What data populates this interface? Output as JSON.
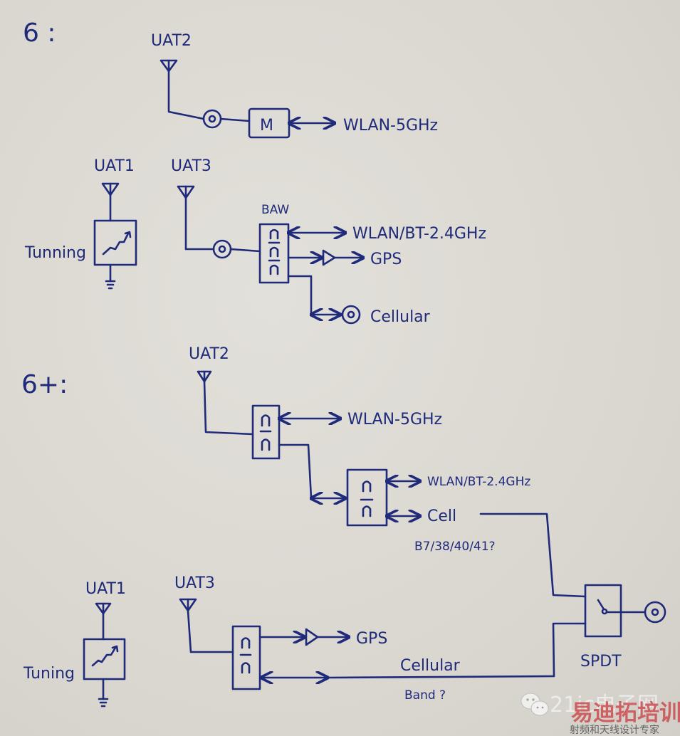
{
  "sections": [
    {
      "id": "iphone6",
      "label": "6 :",
      "antennas": [
        "UAT2",
        "UAT1",
        "UAT3"
      ],
      "uat2_chain": {
        "component": "M",
        "output": "WLAN-5GHz"
      },
      "uat1_chain": {
        "block": "Tunning"
      },
      "uat3_chain": {
        "filter_label": "BAW",
        "outputs": [
          "WLAN/BT-2.4GHz",
          "GPS",
          "Cellular"
        ]
      }
    },
    {
      "id": "iphone6plus",
      "label": "6+:",
      "antennas": [
        "UAT2",
        "UAT1",
        "UAT3"
      ],
      "uat2_chain": {
        "outputs": [
          "WLAN-5GHz",
          "WLAN/BT-2.4GHz",
          "Cell"
        ],
        "note": "B7/38/40/41?"
      },
      "uat1_chain": {
        "block": "Tuning"
      },
      "uat3_chain": {
        "outputs": [
          "GPS",
          "Cellular"
        ],
        "note": "Band ?"
      },
      "switch_label": "SPDT"
    }
  ],
  "watermark": {
    "brand": "21ic电子网",
    "logo_text": "易迪拓培训",
    "tagline": "射频和天线设计专家"
  }
}
